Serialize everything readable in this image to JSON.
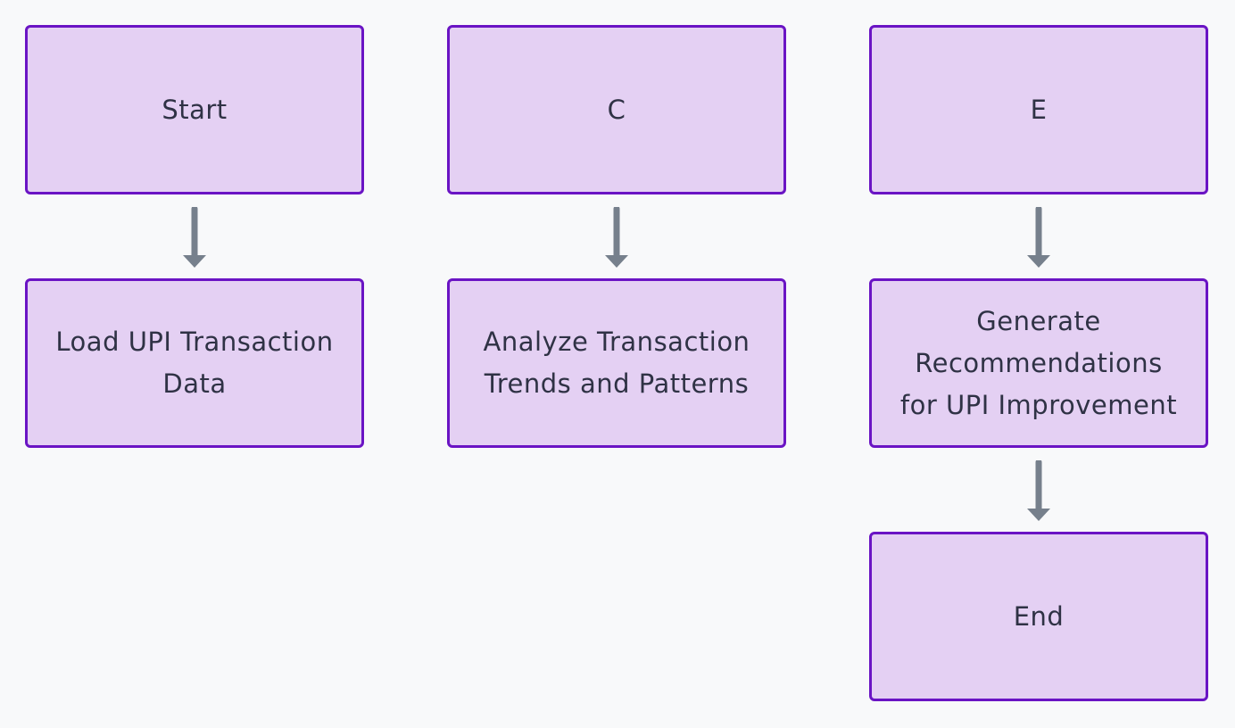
{
  "colors": {
    "background": "#f8f9fa",
    "node_fill": "#e4d0f3",
    "node_border": "#6a14c4",
    "text": "#2f3245",
    "arrow": "#76808c"
  },
  "nodes": [
    {
      "id": "start",
      "label": "Start"
    },
    {
      "id": "c",
      "label": "C"
    },
    {
      "id": "e",
      "label": "E"
    },
    {
      "id": "load",
      "label": "Load UPI Transaction\nData"
    },
    {
      "id": "analyze",
      "label": "Analyze Transaction\nTrends and Patterns"
    },
    {
      "id": "generate",
      "label": "Generate\nRecommendations\nfor UPI Improvement"
    },
    {
      "id": "end",
      "label": "End"
    }
  ],
  "edges": [
    {
      "from": "start",
      "to": "load"
    },
    {
      "from": "c",
      "to": "analyze"
    },
    {
      "from": "e",
      "to": "generate"
    },
    {
      "from": "generate",
      "to": "end"
    }
  ]
}
